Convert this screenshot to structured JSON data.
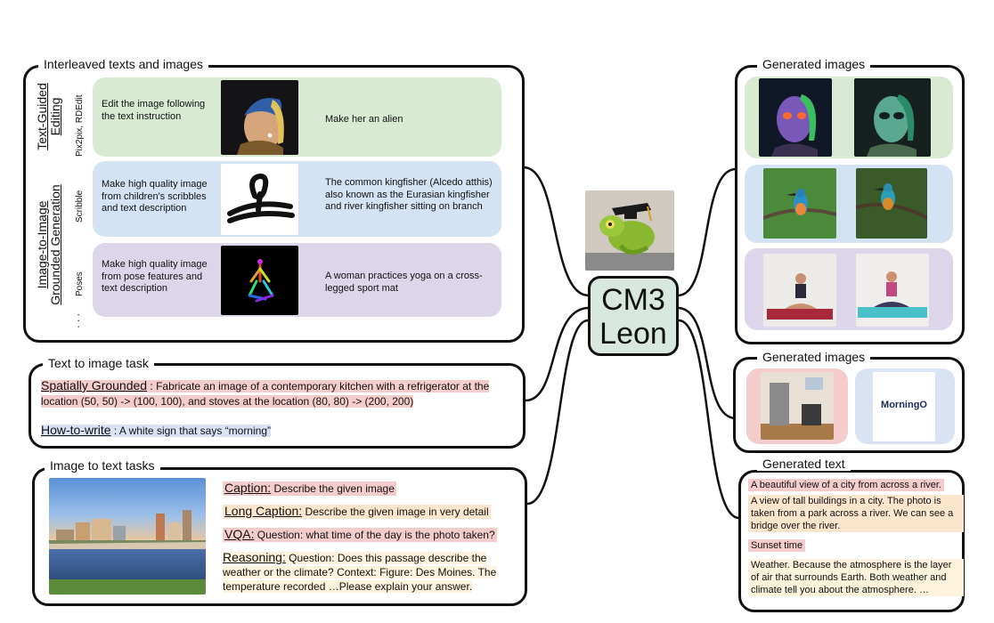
{
  "interleaved": {
    "title": "Interleaved texts and images",
    "sections": {
      "text_guided": "Text-Guided\nEditing",
      "image_to_image": "Image-to-Image\nGrounded Generation"
    },
    "rows": [
      {
        "tag": "Pix2pix, RDEdit",
        "instruction": "Edit the image following the text instruction",
        "prompt": "Make her an alien"
      },
      {
        "tag": "Scribble",
        "instruction": "Make high quality image from children's scribbles and text description",
        "prompt": "The common kingfisher (Alcedo atthis) also known as the Eurasian kingfisher and river kingfisher sitting on branch"
      },
      {
        "tag": "Poses",
        "instruction": "Make high quality image from pose features and text description",
        "prompt": "A woman practices yoga on a cross-legged sport mat"
      }
    ],
    "ellipsis": ". . ."
  },
  "text_to_image": {
    "title": "Text to image task",
    "spatial_label": "Spatially Grounded",
    "spatial_text": " : Fabricate an image of a contemporary kitchen with a refrigerator at the location (50, 50) -> (100, 100), and stoves at the location (80, 80) -> (200, 200)",
    "write_label": "How-to-write",
    "write_text": " : A white sign that says “morning”"
  },
  "image_to_text": {
    "title": "Image to text tasks",
    "caption_label": "Caption:",
    "caption_text": " Describe the given image",
    "long_label": "Long Caption:",
    "long_text": " Describe the given image in very detail",
    "vqa_label": "VQA:",
    "vqa_text": " Question: what time of the day is the photo taken?",
    "reason_label": "Reasoning:",
    "reason_text": " Question: Does this passage describe the weather or the climate? Context: Figure: Des Moines. The temperature recorded …Please explain your answer."
  },
  "center": {
    "line1": "CM3",
    "line2": "Leon"
  },
  "generated_images_top": {
    "title": "Generated images"
  },
  "generated_images_mid": {
    "title": "Generated images",
    "sign_text": "MorninɡO"
  },
  "generated_text": {
    "title": "Generated text",
    "t1": "A beautiful view of a city from across a river.",
    "t2": "A view of tall buildings in a city. The photo is taken from a park across a river. We can see a bridge over the river.",
    "t3": "Sunset time",
    "t4": "Weather. Because the atmosphere is the layer of air that surrounds Earth. Both weather and climate tell you about the atmosphere. …"
  },
  "colors": {
    "green_row": "#d9ead3",
    "blue_row": "#d3e3f3",
    "purple_row": "#ddd6ea",
    "center_fill": "#d8e8df"
  }
}
